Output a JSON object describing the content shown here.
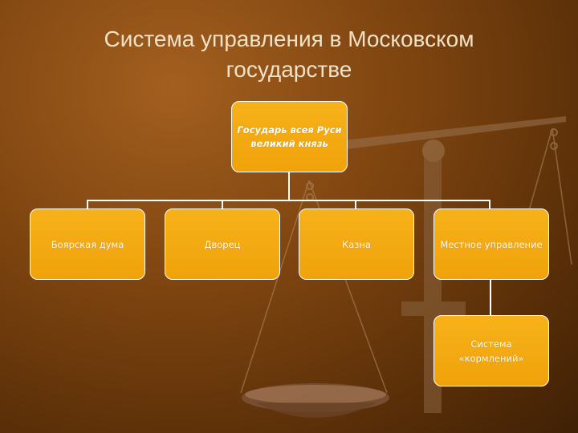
{
  "title_line1": "Система управления в Московском",
  "title_line2": "государстве",
  "root": {
    "line1": "Государь всея Руси",
    "line2": "великий князь"
  },
  "children": [
    {
      "label": "Боярская дума"
    },
    {
      "label": "Дворец"
    },
    {
      "label": "Казна"
    },
    {
      "label": "Местное управление"
    }
  ],
  "sub": {
    "line1": "Система",
    "line2": "«кормлений»"
  }
}
